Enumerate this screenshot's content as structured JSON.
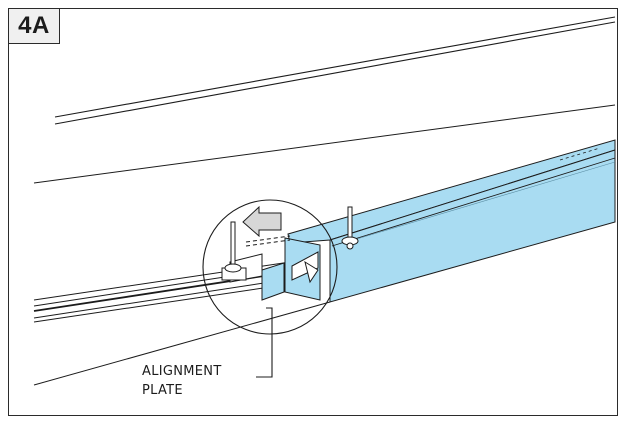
{
  "figure": {
    "step_label": "4A",
    "callout": {
      "line1": "ALIGNMENT",
      "line2": "PLATE"
    }
  },
  "colors": {
    "rail_fill": "#a9dcf2",
    "rail_shade": "#8ecde8",
    "stroke": "#1c1c1c",
    "arrow_fill": "#d7d7d7",
    "badge_fill": "#f0f0f0"
  }
}
